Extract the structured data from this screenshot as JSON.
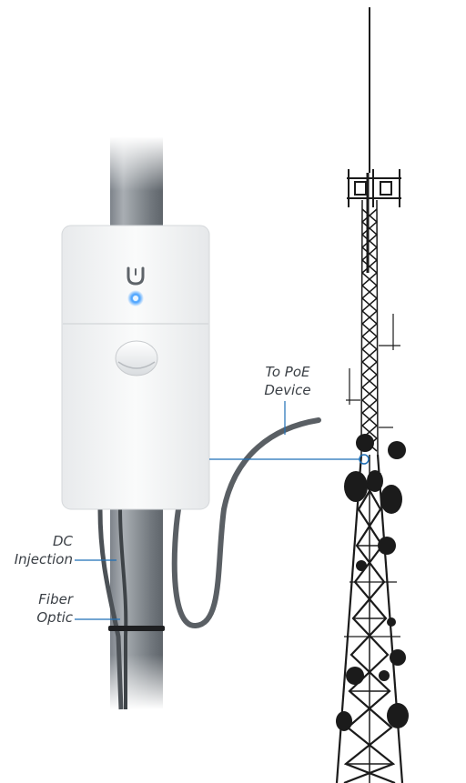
{
  "labels": {
    "poe_device": [
      "To PoE",
      "Device"
    ],
    "dc_injection": [
      "DC",
      "Injection"
    ],
    "fiber_optic": [
      "Fiber",
      "Optic"
    ]
  },
  "device": {
    "logo_icon": "ubiquiti-u-logo-icon",
    "led_color": "#4aa3ff"
  },
  "colors": {
    "callout_line": "#1f6fb6",
    "pole": "#8a9096",
    "cable": "#5a5f64",
    "tower": "#1b1b1b",
    "enclosure": "#f4f5f6"
  }
}
